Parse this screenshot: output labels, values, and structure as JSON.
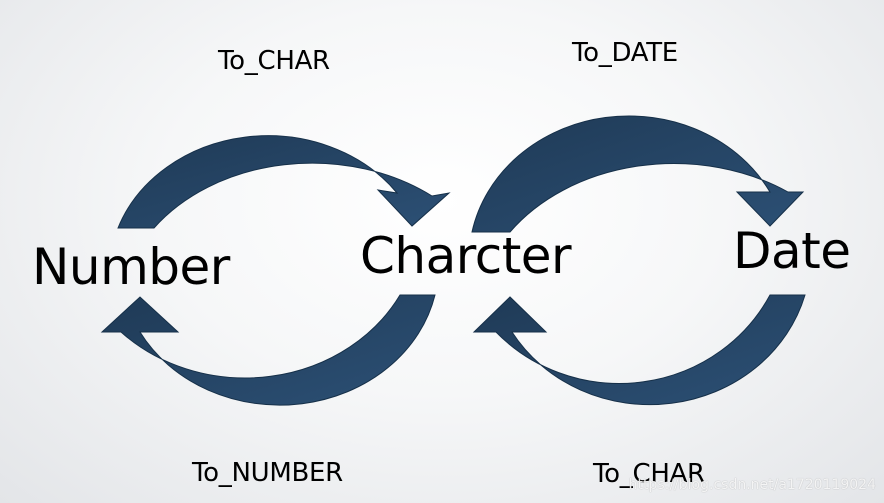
{
  "nodes": {
    "number": "Number",
    "character": "Charcter",
    "date": "Date"
  },
  "edges": {
    "number_to_char": "To_CHAR",
    "char_to_number": "To_NUMBER",
    "char_to_date": "To_DATE",
    "date_to_char": "To_CHAR"
  },
  "watermark": "https://blog.csdn.net/a1720119024",
  "colors": {
    "arrow": "#23415f",
    "arrow_light": "#2f5478",
    "text": "#000000"
  },
  "icons": [
    "curved-arrow-icon"
  ]
}
